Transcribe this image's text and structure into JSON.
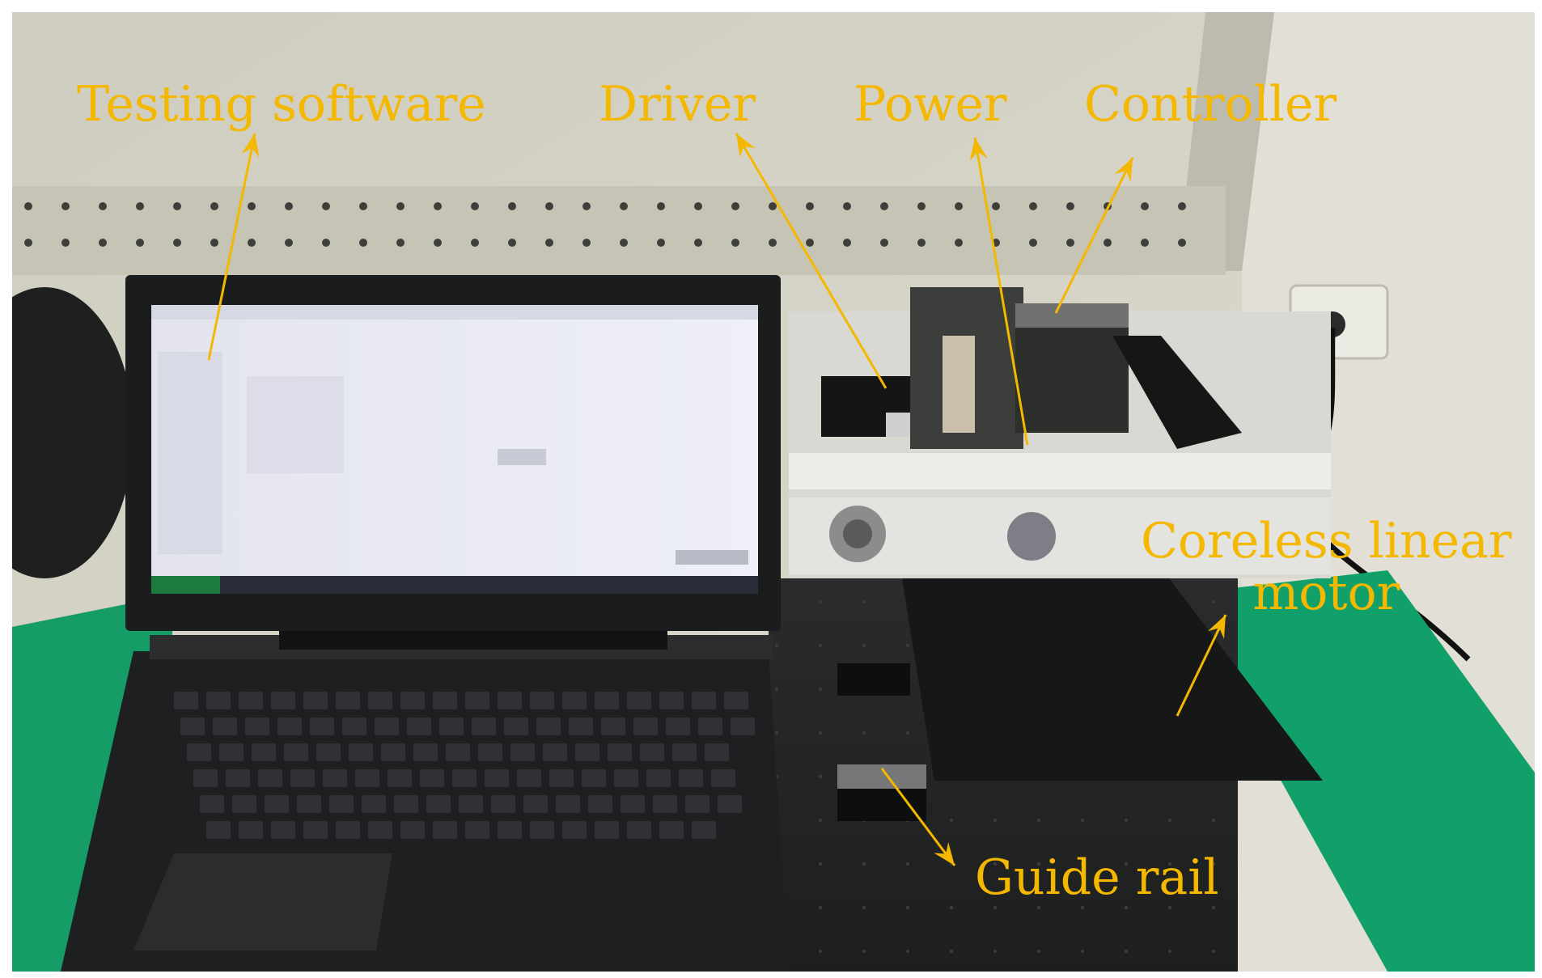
{
  "labels": {
    "testing_software": "Testing software",
    "driver": "Driver",
    "power": "Power",
    "controller": "Controller",
    "coreless_line1": "Coreless linear",
    "coreless_line2": "motor",
    "guide_rail": "Guide rail"
  },
  "colors": {
    "annotation": "#F5B800",
    "wall": "#D4D2C4",
    "pegboard": "#C9C7B8",
    "laptop": "#1A1C1E",
    "screen": "#E9EAF3",
    "bench_green": "#13A36B",
    "optical_table": "#222424"
  }
}
